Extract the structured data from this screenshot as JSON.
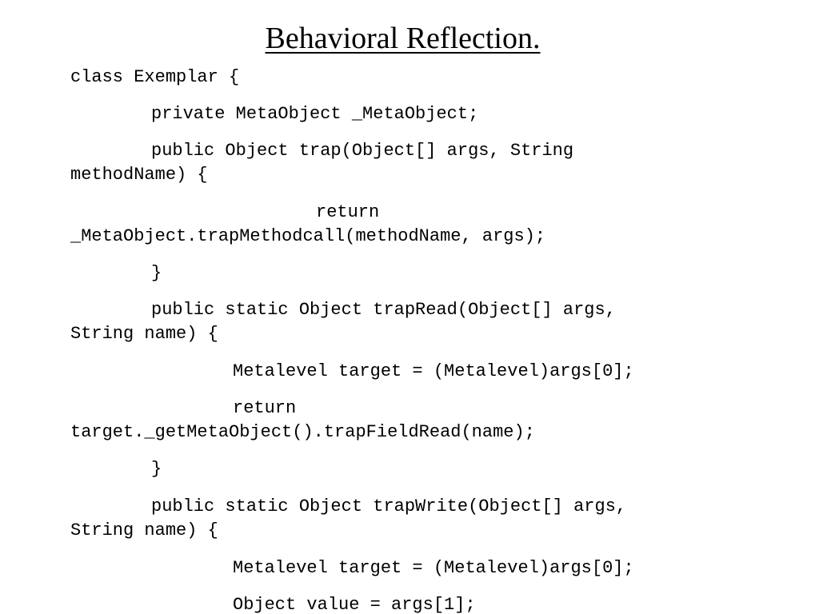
{
  "slide": {
    "title": "Behavioral Reflection.",
    "code_lines": [
      "class Exemplar {",
      "private MetaObject _MetaObject;",
      "public Object trap(Object[] args, String",
      "methodName) {",
      "return",
      "_MetaObject.trapMethodcall(methodName, args);",
      "}",
      "public static Object trapRead(Object[] args,",
      "String name) {",
      "Metalevel target = (Metalevel)args[0];",
      "return",
      "target._getMetaObject().trapFieldRead(name);",
      "}",
      "public static Object trapWrite(Object[] args,",
      "String name) {",
      "Metalevel target = (Metalevel)args[0];",
      "Object value = args[1];"
    ]
  }
}
